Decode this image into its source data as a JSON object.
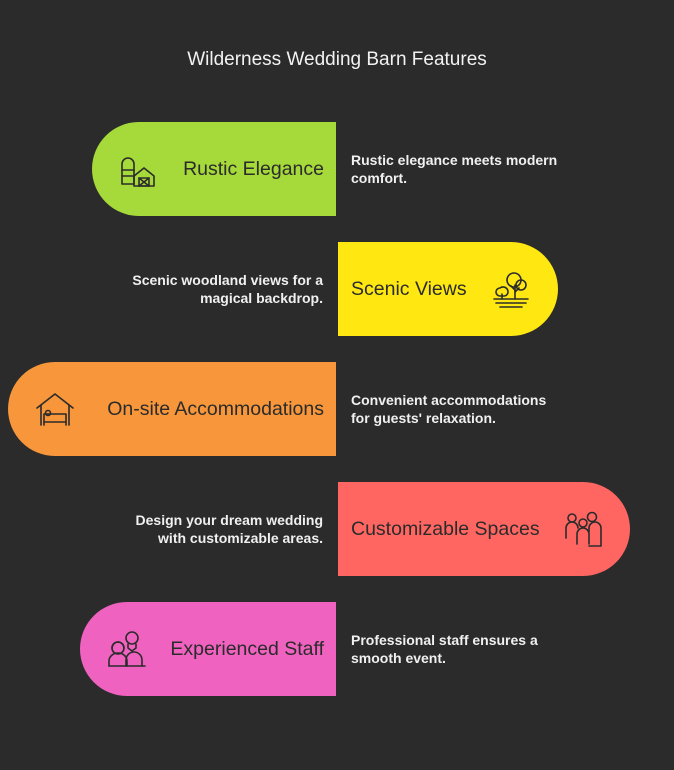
{
  "title": "Wilderness Wedding Barn Features",
  "features": [
    {
      "label": "Rustic Elegance",
      "description": "Rustic elegance meets modern comfort.",
      "color": "#a6d93a",
      "icon": "barn-silo-icon"
    },
    {
      "label": "Scenic Views",
      "description": "Scenic woodland views for a magical backdrop.",
      "color": "#ffe812",
      "icon": "trees-icon"
    },
    {
      "label": "On-site Accommodations",
      "description": "Convenient accommodations for guests' relaxation.",
      "color": "#f7963a",
      "icon": "house-bed-icon"
    },
    {
      "label": "Customizable Spaces",
      "description": "Design your dream wedding with customizable areas.",
      "color": "#ff6661",
      "icon": "people-group-icon"
    },
    {
      "label": "Experienced Staff",
      "description": "Professional staff ensures a smooth event.",
      "color": "#f062c0",
      "icon": "staff-people-icon"
    }
  ]
}
